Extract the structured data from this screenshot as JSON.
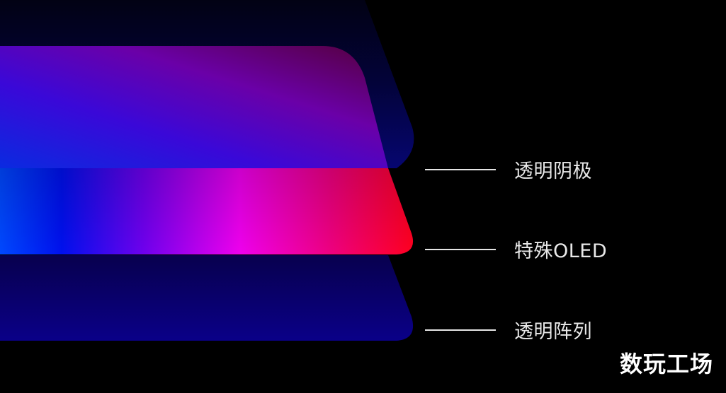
{
  "diagram": {
    "title": "",
    "layers": [
      {
        "id": "cathode",
        "label": "透明阴极",
        "color": "#0a0a5a"
      },
      {
        "id": "oled",
        "label": "特殊OLED",
        "gradient": [
          "#0033ff",
          "#0000ee",
          "#8a00ee",
          "#ee00ee",
          "#ff0033"
        ]
      },
      {
        "id": "array",
        "label": "透明阵列",
        "color": "#0a0080"
      }
    ],
    "overlay_layer": {
      "gradient": [
        "#0020d0",
        "#5000c0",
        "#600060"
      ]
    }
  },
  "labels": {
    "cathode": "透明阴极",
    "oled": "特殊OLED",
    "array": "透明阵列"
  },
  "watermark": "数玩工场",
  "colors": {
    "background": "#000000",
    "text": "#e8e8e8",
    "leader_line": "#e6e6e6"
  }
}
